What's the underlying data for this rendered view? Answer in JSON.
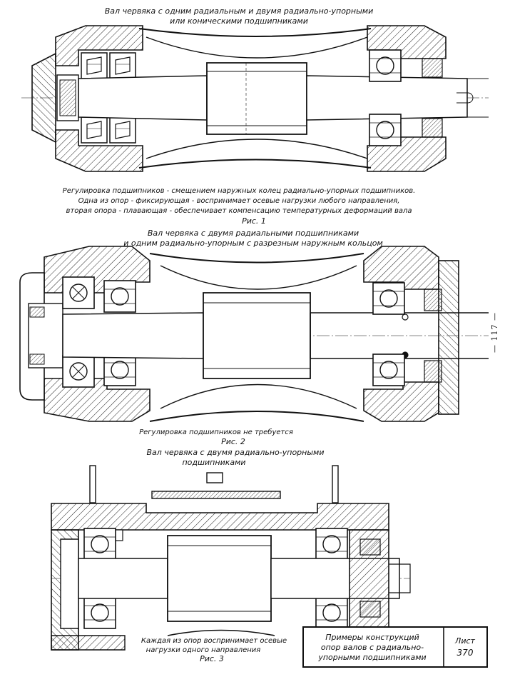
{
  "figure1": {
    "title_line1": "Вал червяка с одним радиальным и двумя радиально-упорными",
    "title_line2": "или коническими подшипниками",
    "note_line1": "Регулировка подшипников - смещением наружных колец радиально-упорных подшипников.",
    "note_line2": "Одна из опор - фиксирующая - воспринимает осевые нагрузки любого направления,",
    "note_line3": "вторая опора - плавающая - обеспечивает компенсацию температурных деформаций вала",
    "label": "Рис. 1"
  },
  "figure2": {
    "title_line1": "Вал червяка с двумя радиальными подшипниками",
    "title_line2": "и одним радиально-упорным с разрезным наружным кольцом",
    "note_line1": "Регулировка подшипников не требуется",
    "label": "Рис. 2"
  },
  "figure3": {
    "title_line1": "Вал червяка с двумя радиально-упорными",
    "title_line2": "подшипниками",
    "note_line1": "Каждая из опор воспринимает осевые",
    "note_line2": "нагрузки одного направления",
    "label": "Рис. 3"
  },
  "title_block": {
    "title_line1": "Примеры конструкций",
    "title_line2": "опор валов с радиально-",
    "title_line3": "упорными подшипниками",
    "sheet_label": "Лист",
    "sheet_number": "370"
  },
  "page_number": "— 117 —"
}
